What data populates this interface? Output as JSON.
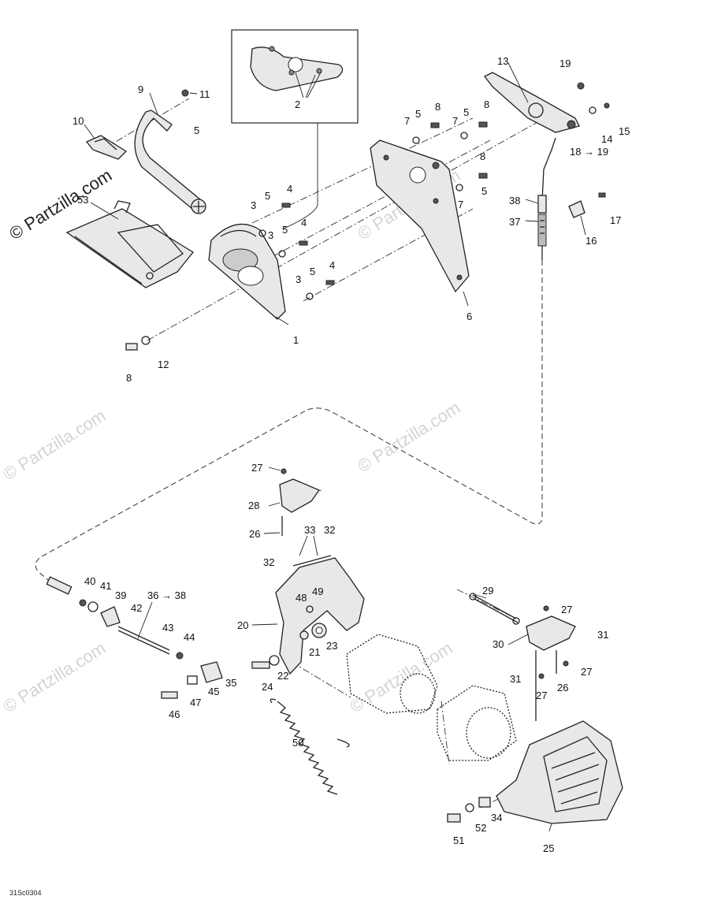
{
  "watermark": {
    "main_text": "© Partzilla.com",
    "repeat_text": "© Partzilla.com"
  },
  "drawing_code": "31Sc0304",
  "callouts": {
    "c1": "1",
    "c2": "2",
    "c3a": "3",
    "c3b": "3",
    "c3c": "3",
    "c4a": "4",
    "c4b": "4",
    "c4c": "4",
    "c5a": "5",
    "c5b": "5",
    "c5c": "5",
    "c5d": "5",
    "c5e": "5",
    "c5f": "5",
    "c5g": "5",
    "c6": "6",
    "c7a": "7",
    "c7b": "7",
    "c7c": "7",
    "c8a": "8",
    "c8b": "8",
    "c8c": "8",
    "c8d": "8",
    "c9": "9",
    "c10": "10",
    "c11": "11",
    "c12": "12",
    "c13": "13",
    "c14": "14",
    "c15": "15",
    "c16": "16",
    "c17": "17",
    "c18": "18 → 19",
    "c19": "19",
    "c20": "20",
    "c21": "21",
    "c22": "22",
    "c23": "23",
    "c24": "24",
    "c25": "25",
    "c26a": "26",
    "c26b": "26",
    "c27a": "27",
    "c27b": "27",
    "c27c": "27",
    "c27d": "27",
    "c28": "28",
    "c29": "29",
    "c30": "30",
    "c31a": "31",
    "c31b": "31",
    "c32a": "32",
    "c32b": "32",
    "c33": "33",
    "c34": "34",
    "c35": "35",
    "c36": "36 → 38",
    "c37": "37",
    "c38": "38",
    "c39": "39",
    "c40": "40",
    "c41": "41",
    "c42": "42",
    "c43": "43",
    "c44": "44",
    "c45": "45",
    "c46": "46",
    "c47": "47",
    "c48": "48",
    "c49": "49",
    "c50": "50",
    "c51": "51",
    "c52": "52",
    "c53": "53"
  }
}
